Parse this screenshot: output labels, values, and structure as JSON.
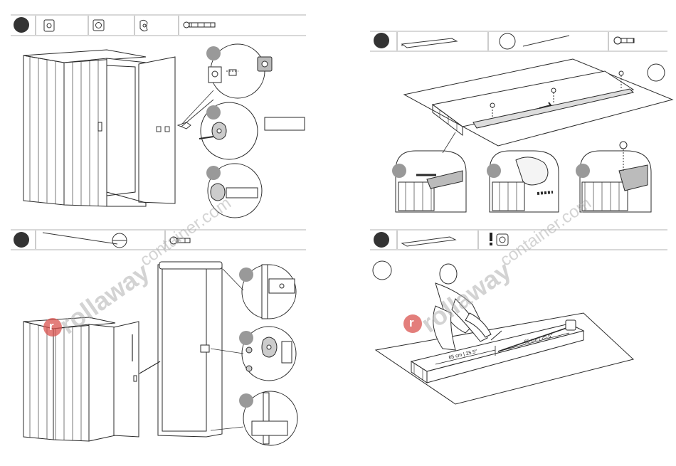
{
  "measure": {
    "left_label": "65 cm | 25.5\"",
    "right_label": "65 cm | 25.5\""
  },
  "watermark": {
    "brand": "rollaway",
    "suffix": "container.com",
    "logo_letter": "r"
  },
  "colors": {
    "line": "#2a2a2a",
    "step_dot": "#333333",
    "sub_circle": "#9a9a9a",
    "watermark_red": "#d9534f"
  }
}
